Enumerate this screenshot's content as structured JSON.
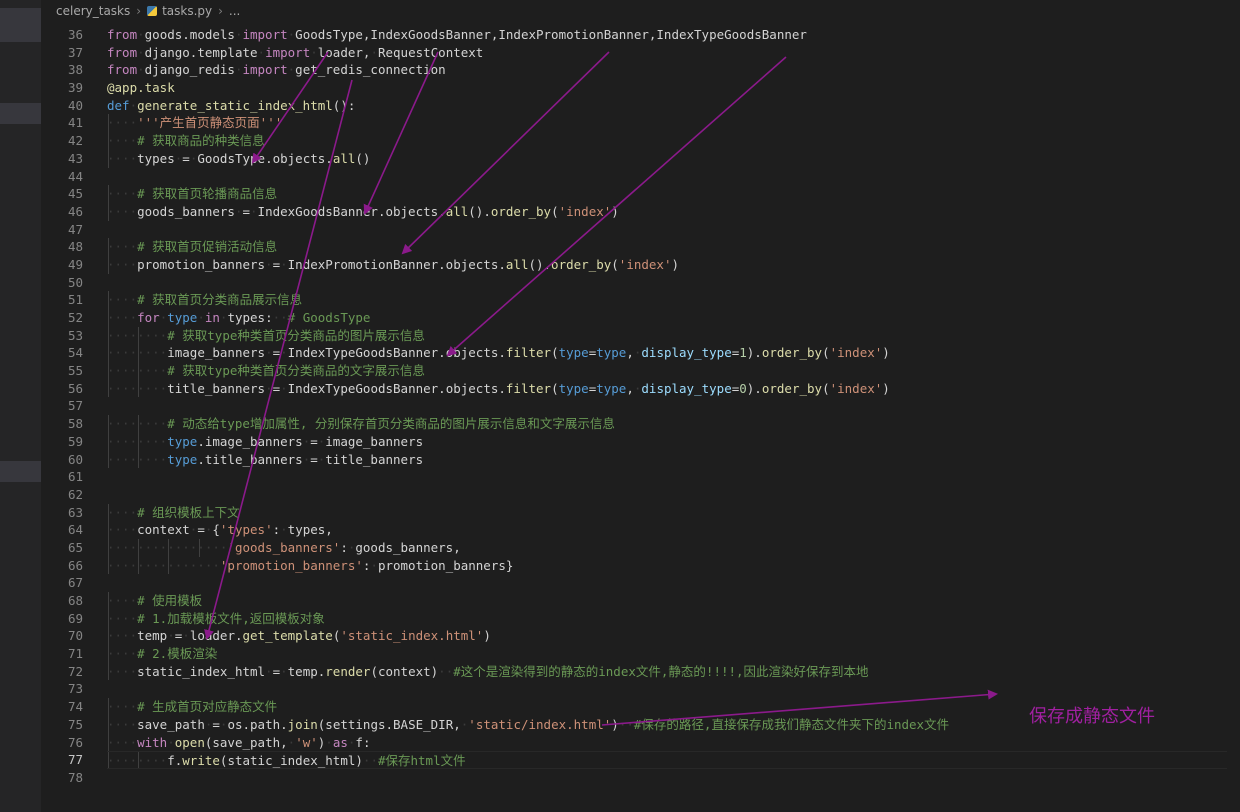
{
  "breadcrumb": {
    "folder": "celery_tasks",
    "file": "tasks.py",
    "more": "..."
  },
  "annotation_note": "保存成静态文件",
  "colors": {
    "annotation": "#8b1a8b",
    "accent": "#569cd6"
  },
  "lines": [
    {
      "n": "36",
      "t": "from goods.models import GoodsType,IndexGoodsBanner,IndexPromotionBanner,IndexTypeGoodsBanner"
    },
    {
      "n": "37",
      "t": "from django.template import loader, RequestContext"
    },
    {
      "n": "38",
      "t": "from django_redis import get_redis_connection"
    },
    {
      "n": "39",
      "t": "@app.task"
    },
    {
      "n": "40",
      "t": "def generate_static_index_html():"
    },
    {
      "n": "41",
      "t": "    '''产生首页静态页面'''"
    },
    {
      "n": "42",
      "t": "    # 获取商品的种类信息"
    },
    {
      "n": "43",
      "t": "    types = GoodsType.objects.all()"
    },
    {
      "n": "44",
      "t": ""
    },
    {
      "n": "45",
      "t": "    # 获取首页轮播商品信息"
    },
    {
      "n": "46",
      "t": "    goods_banners = IndexGoodsBanner.objects.all().order_by('index')"
    },
    {
      "n": "47",
      "t": ""
    },
    {
      "n": "48",
      "t": "    # 获取首页促销活动信息"
    },
    {
      "n": "49",
      "t": "    promotion_banners = IndexPromotionBanner.objects.all().order_by('index')"
    },
    {
      "n": "50",
      "t": ""
    },
    {
      "n": "51",
      "t": "    # 获取首页分类商品展示信息"
    },
    {
      "n": "52",
      "t": "    for type in types:  # GoodsType"
    },
    {
      "n": "53",
      "t": "        # 获取type种类首页分类商品的图片展示信息"
    },
    {
      "n": "54",
      "t": "        image_banners = IndexTypeGoodsBanner.objects.filter(type=type, display_type=1).order_by('index')"
    },
    {
      "n": "55",
      "t": "        # 获取type种类首页分类商品的文字展示信息"
    },
    {
      "n": "56",
      "t": "        title_banners = IndexTypeGoodsBanner.objects.filter(type=type, display_type=0).order_by('index')"
    },
    {
      "n": "57",
      "t": ""
    },
    {
      "n": "58",
      "t": "        # 动态给type增加属性, 分别保存首页分类商品的图片展示信息和文字展示信息"
    },
    {
      "n": "59",
      "t": "        type.image_banners = image_banners"
    },
    {
      "n": "60",
      "t": "        type.title_banners = title_banners"
    },
    {
      "n": "61",
      "t": ""
    },
    {
      "n": "62",
      "t": ""
    },
    {
      "n": "63",
      "t": "    # 组织模板上下文"
    },
    {
      "n": "64",
      "t": "    context = {'types': types,"
    },
    {
      "n": "65",
      "t": "                'goods_banners': goods_banners,"
    },
    {
      "n": "66",
      "t": "               'promotion_banners': promotion_banners}"
    },
    {
      "n": "67",
      "t": ""
    },
    {
      "n": "68",
      "t": "    # 使用模板"
    },
    {
      "n": "69",
      "t": "    # 1.加载模板文件,返回模板对象"
    },
    {
      "n": "70",
      "t": "    temp = loader.get_template('static_index.html')"
    },
    {
      "n": "71",
      "t": "    # 2.模板渲染"
    },
    {
      "n": "72",
      "t": "    static_index_html = temp.render(context)  #这个是渲染得到的静态的index文件,静态的!!!!,因此渲染好保存到本地"
    },
    {
      "n": "73",
      "t": ""
    },
    {
      "n": "74",
      "t": "    # 生成首页对应静态文件"
    },
    {
      "n": "75",
      "t": "    save_path = os.path.join(settings.BASE_DIR, 'static/index.html')  #保存的路径,直接保存成我们静态文件夹下的index文件"
    },
    {
      "n": "76",
      "t": "    with open(save_path, 'w') as f:"
    },
    {
      "n": "77",
      "t": "        f.write(static_index_html)  #保存html文件"
    },
    {
      "n": "78",
      "t": ""
    }
  ]
}
